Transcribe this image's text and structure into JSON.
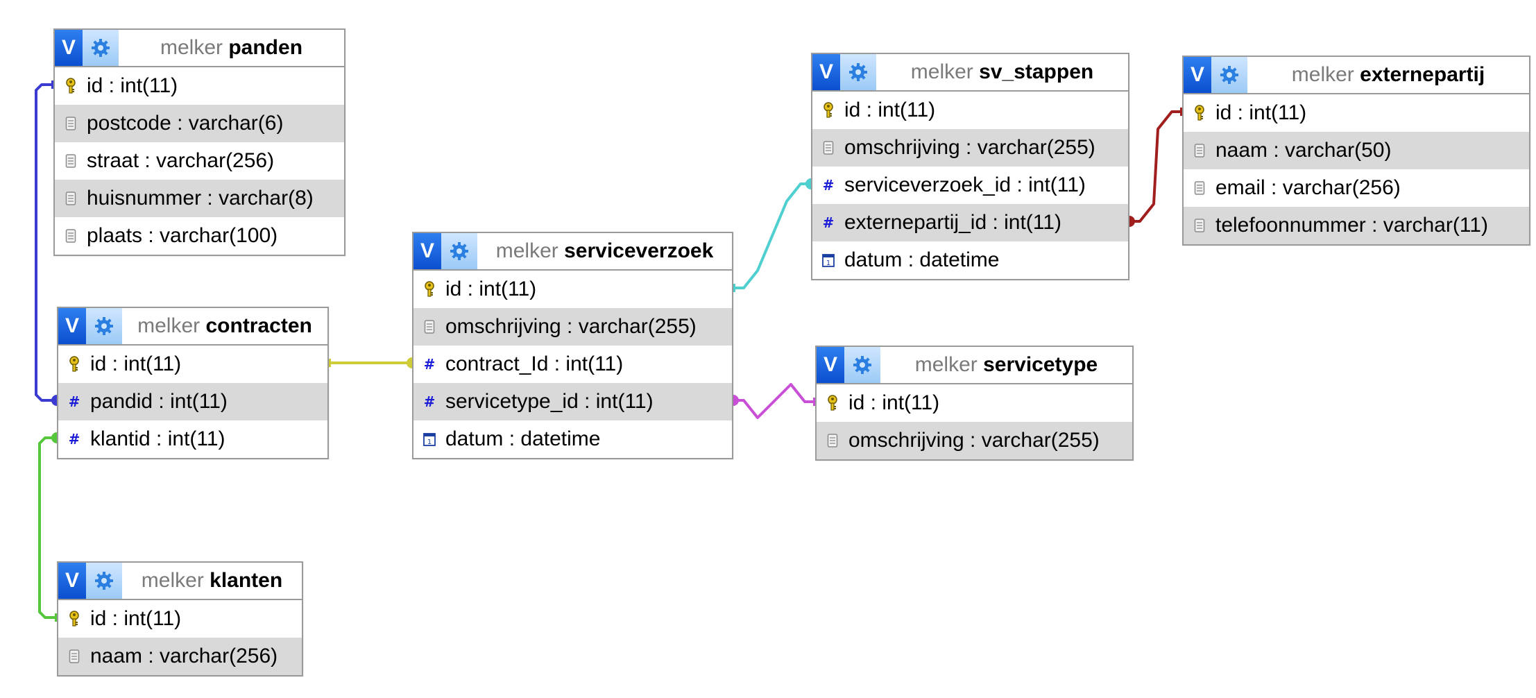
{
  "tables": [
    {
      "id": "panden",
      "db": "melker",
      "name": "panden",
      "columns": [
        {
          "text": "id : int(11)",
          "icon": "key-icon",
          "key": "id"
        },
        {
          "text": "postcode : varchar(6)",
          "icon": "text-field-icon",
          "key": "postcode"
        },
        {
          "text": "straat : varchar(256)",
          "icon": "text-field-icon",
          "key": "straat"
        },
        {
          "text": "huisnummer : varchar(8)",
          "icon": "text-field-icon",
          "key": "huisnummer"
        },
        {
          "text": "plaats : varchar(100)",
          "icon": "text-field-icon",
          "key": "plaats"
        }
      ]
    },
    {
      "id": "contracten",
      "db": "melker",
      "name": "contracten",
      "columns": [
        {
          "text": "id : int(11)",
          "icon": "key-icon",
          "key": "id"
        },
        {
          "text": "pandid : int(11)",
          "icon": "numeric-field-icon",
          "key": "pandid"
        },
        {
          "text": "klantid : int(11)",
          "icon": "numeric-field-icon",
          "key": "klantid"
        }
      ]
    },
    {
      "id": "klanten",
      "db": "melker",
      "name": "klanten",
      "columns": [
        {
          "text": "id : int(11)",
          "icon": "key-icon",
          "key": "id"
        },
        {
          "text": "naam : varchar(256)",
          "icon": "text-field-icon",
          "key": "naam"
        }
      ]
    },
    {
      "id": "serviceverzoek",
      "db": "melker",
      "name": "serviceverzoek",
      "columns": [
        {
          "text": "id : int(11)",
          "icon": "key-icon",
          "key": "id"
        },
        {
          "text": "omschrijving : varchar(255)",
          "icon": "text-field-icon",
          "key": "omschrijving"
        },
        {
          "text": "contract_Id : int(11)",
          "icon": "numeric-field-icon",
          "key": "contract_Id"
        },
        {
          "text": "servicetype_id : int(11)",
          "icon": "numeric-field-icon",
          "key": "servicetype_id"
        },
        {
          "text": "datum : datetime",
          "icon": "date-field-icon",
          "key": "datum"
        }
      ]
    },
    {
      "id": "sv_stappen",
      "db": "melker",
      "name": "sv_stappen",
      "columns": [
        {
          "text": "id : int(11)",
          "icon": "key-icon",
          "key": "id"
        },
        {
          "text": "omschrijving : varchar(255)",
          "icon": "text-field-icon",
          "key": "omschrijving"
        },
        {
          "text": "serviceverzoek_id : int(11)",
          "icon": "numeric-field-icon",
          "key": "serviceverzoek_id"
        },
        {
          "text": "externepartij_id : int(11)",
          "icon": "numeric-field-icon",
          "key": "externepartij_id"
        },
        {
          "text": "datum : datetime",
          "icon": "date-field-icon",
          "key": "datum"
        }
      ]
    },
    {
      "id": "servicetype",
      "db": "melker",
      "name": "servicetype",
      "columns": [
        {
          "text": "id : int(11)",
          "icon": "key-icon",
          "key": "id"
        },
        {
          "text": "omschrijving : varchar(255)",
          "icon": "text-field-icon",
          "key": "omschrijving"
        }
      ]
    },
    {
      "id": "externepartij",
      "db": "melker",
      "name": "externepartij",
      "columns": [
        {
          "text": "id : int(11)",
          "icon": "key-icon",
          "key": "id"
        },
        {
          "text": "naam : varchar(50)",
          "icon": "text-field-icon",
          "key": "naam"
        },
        {
          "text": "email : varchar(256)",
          "icon": "text-field-icon",
          "key": "email"
        },
        {
          "text": "telefoonnummer : varchar(11)",
          "icon": "text-field-icon",
          "key": "telefoonnummer"
        }
      ]
    }
  ],
  "header_buttons": {
    "toggle_label": "V",
    "toggle_icon": "v-toggle-icon",
    "options_icon": "gear-icon"
  },
  "relations": [
    {
      "from_table": "contracten",
      "from_column": "pandid",
      "to_table": "panden",
      "to_column": "id",
      "color": "#3b3bd1"
    },
    {
      "from_table": "contracten",
      "from_column": "klantid",
      "to_table": "klanten",
      "to_column": "id",
      "color": "#56c73a"
    },
    {
      "from_table": "serviceverzoek",
      "from_column": "contract_Id",
      "to_table": "contracten",
      "to_column": "id",
      "color": "#cfcc3a"
    },
    {
      "from_table": "serviceverzoek",
      "from_column": "servicetype_id",
      "to_table": "servicetype",
      "to_column": "id",
      "color": "#c84fd6"
    },
    {
      "from_table": "sv_stappen",
      "from_column": "serviceverzoek_id",
      "to_table": "serviceverzoek",
      "to_column": "id",
      "color": "#4fcfcf"
    },
    {
      "from_table": "sv_stappen",
      "from_column": "externepartij_id",
      "to_table": "externepartij",
      "to_column": "id",
      "color": "#a11e1e"
    }
  ],
  "colors": {
    "header_button_blue": "#1e66e6",
    "header_button_light": "#b8dafc",
    "db_name": "#7a7a7a",
    "alt_row": "#d9d9d9",
    "key_icon": "#c9a400",
    "numeric_icon": "#1a1ad9"
  }
}
